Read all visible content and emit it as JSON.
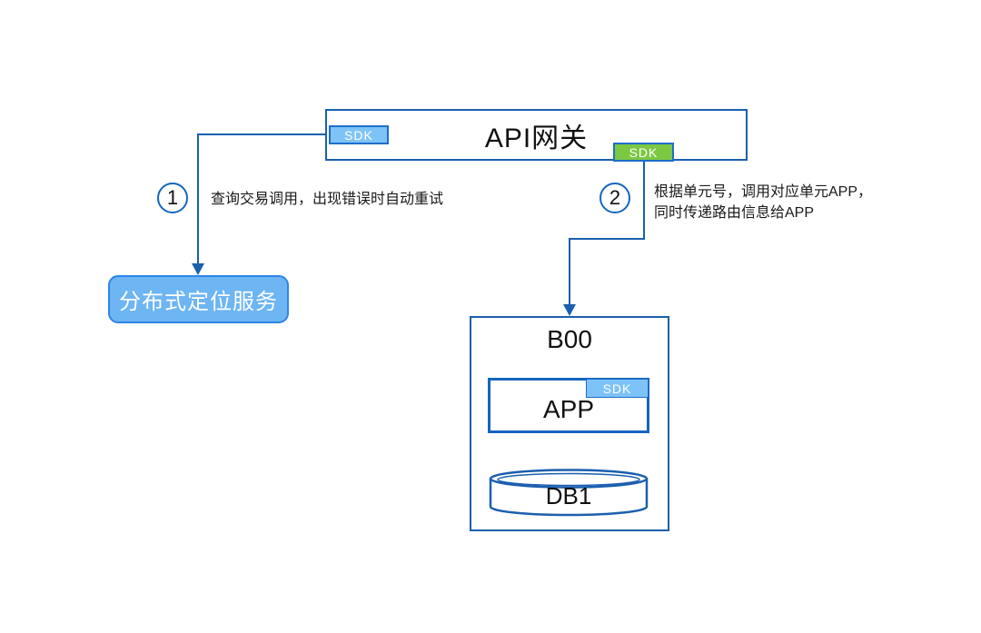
{
  "gateway": {
    "title": "API网关",
    "sdk_left_label": "SDK",
    "sdk_right_label": "SDK"
  },
  "annotations": [
    {
      "number": "1",
      "text": "查询交易调用，出现错误时自动重试"
    },
    {
      "number": "2",
      "line1": "根据单元号，调用对应单元APP，",
      "line2": "同时传递路由信息给APP"
    }
  ],
  "location_service": {
    "label": "分布式定位服务"
  },
  "unit_b00": {
    "title": "B00",
    "app": {
      "label": "APP",
      "sdk_label": "SDK"
    },
    "database": {
      "label": "DB1"
    }
  },
  "colors": {
    "connector_line": "#1b5faf",
    "circle_border": "#1565c0",
    "badge_blue": "#7ec3f7",
    "badge_green": "#7cc843",
    "badge_border": "#1e6ecb",
    "service_fill": "#6db5f3",
    "service_border": "#2d86e8",
    "text": "#1a1a1a"
  }
}
